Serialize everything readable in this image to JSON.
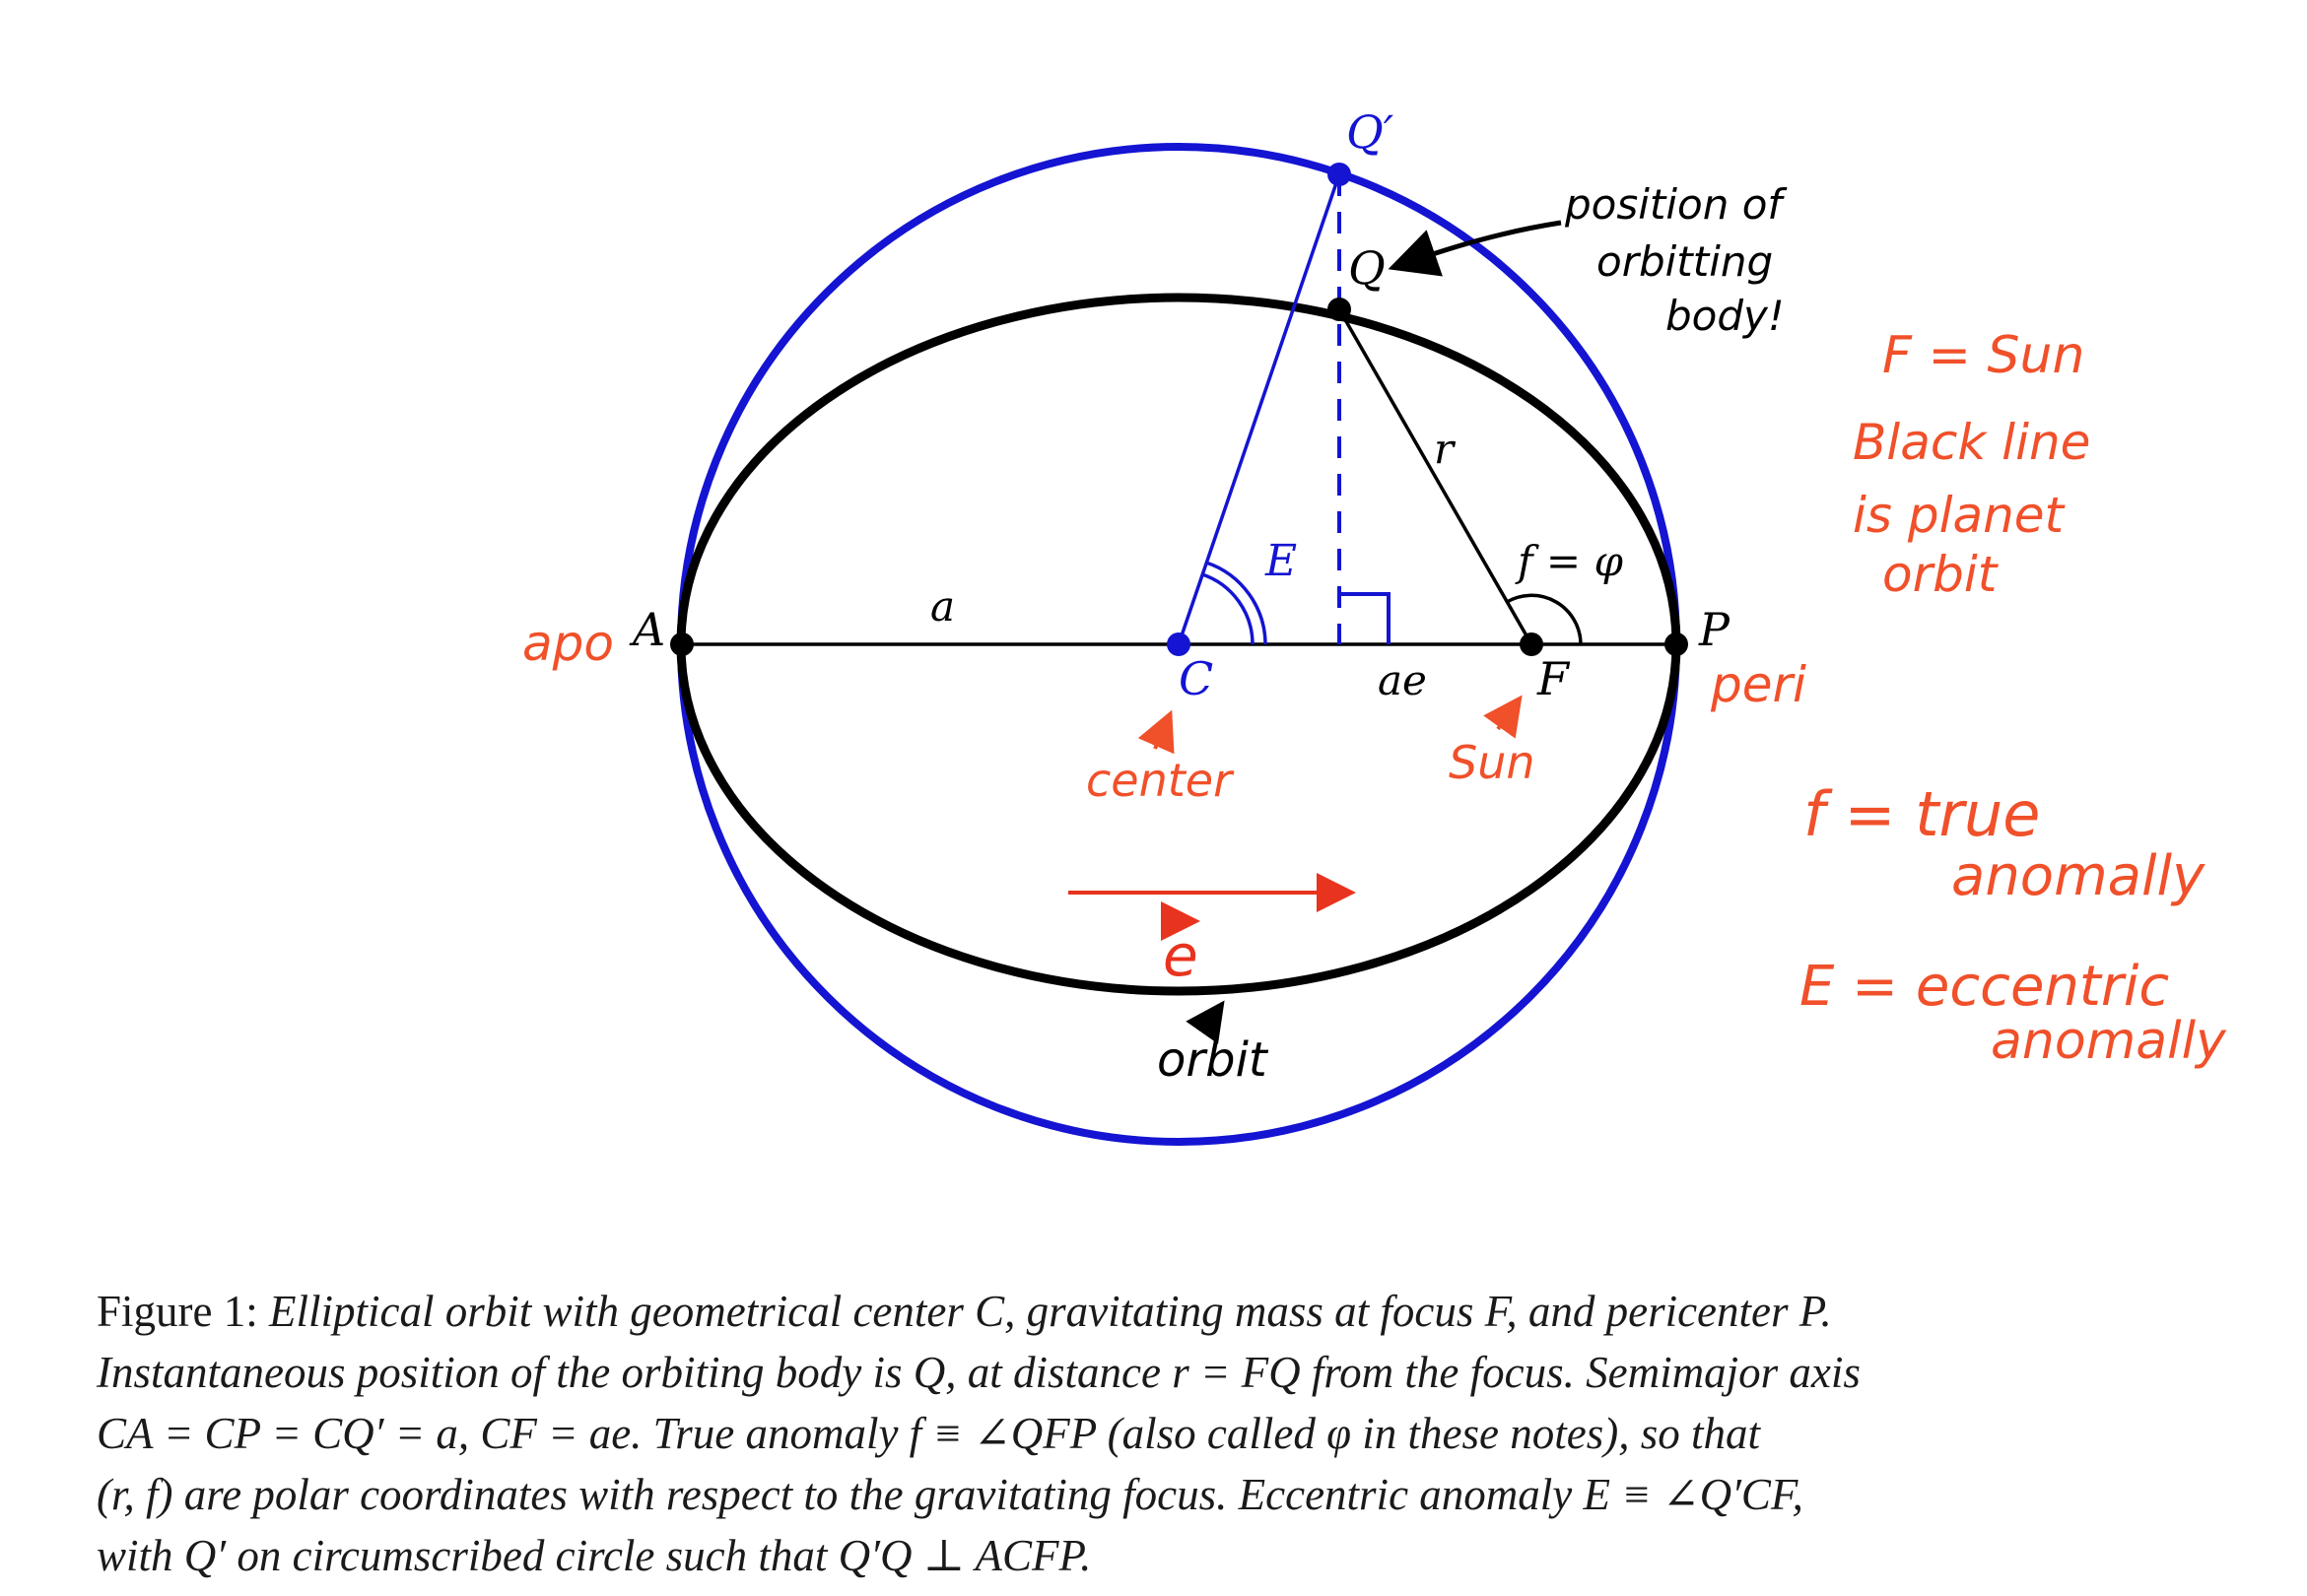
{
  "diagram": {
    "labels": {
      "Qprime": "Q′",
      "Q": "Q",
      "A": "A",
      "C": "C",
      "F": "F",
      "P": "P",
      "a": "a",
      "ae": "ae",
      "r": "r",
      "E": "E",
      "f_phi": "f = φ"
    },
    "colors": {
      "orbit": "#000000",
      "circle": "#1414d2",
      "annotation_orange": "#f0502a",
      "arrow_red": "#e8331e"
    }
  },
  "annotations": {
    "apo": "apo",
    "peri": "peri",
    "center": "center",
    "sun_under_F": "Sun",
    "orbit_label": "orbit",
    "e_vector": "e",
    "position_line1": "position of",
    "position_line2": "orbitting",
    "position_line3": "body!",
    "F_sun": "F = Sun",
    "black_line_1": "Black line",
    "black_line_2": "is planet",
    "black_line_3": "orbit",
    "true_anom_1": "f = true",
    "true_anom_2": "anomally",
    "ecc_anom_1": "E = eccentric",
    "ecc_anom_2": "anomally"
  },
  "caption": {
    "label": "Figure 1: ",
    "line1": "Elliptical orbit with geometrical center C, gravitating mass at focus F, and pericenter P.",
    "line2": "Instantaneous position of the orbiting body is Q, at distance r = FQ from the focus. Semimajor axis",
    "line3": "CA = CP = CQ′ = a, CF = ae. True anomaly f ≡ ∠QFP (also called φ in these notes), so that",
    "line4": "(r, f) are polar coordinates with respect to the gravitating focus. Eccentric anomaly E ≡ ∠Q′CF,",
    "line5": "with Q′ on circumscribed circle such that Q′Q ⊥ ACFP."
  }
}
